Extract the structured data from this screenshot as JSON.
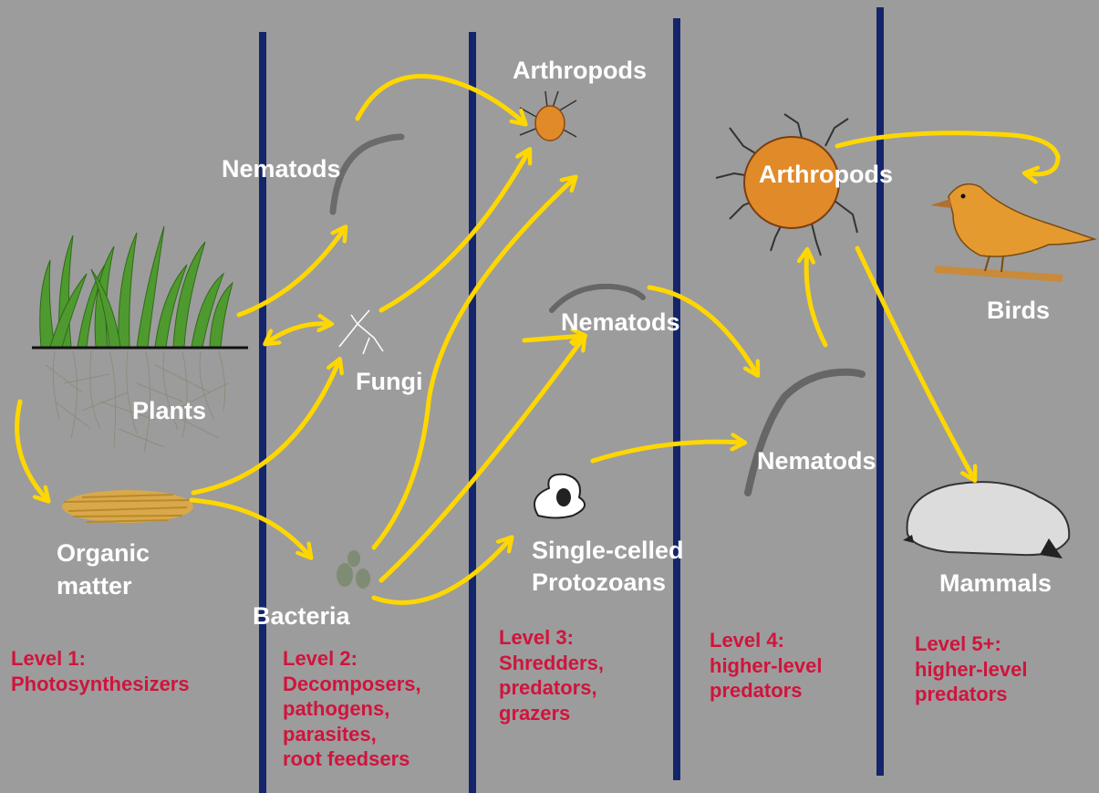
{
  "colors": {
    "background": "#9c9c9c",
    "arrow": "#ffd700",
    "divider": "#15256b",
    "label": "#ffffff",
    "level_text": "#d0143c"
  },
  "organisms": {
    "plants": "Plants",
    "organic_matter": [
      "Organic",
      "matter"
    ],
    "nematodes_l2": "Nematods",
    "fungi": "Fungi",
    "bacteria": "Bacteria",
    "arthropods_l3": "Arthropods",
    "nematodes_l3": "Nematods",
    "protozoa": [
      "Single-celled",
      "Protozoans"
    ],
    "arthropods_l4": "Arthropods",
    "nematodes_l4": "Nematods",
    "birds": "Birds",
    "mammals": "Mammals"
  },
  "levels": [
    [
      "Level 1:",
      "Photosynthesizers"
    ],
    [
      "Level 2:",
      "Decomposers,",
      "pathogens,",
      "parasites,",
      "root feedsers"
    ],
    [
      "Level 3:",
      "Shredders,",
      "predators,",
      "grazers"
    ],
    [
      "Level 4:",
      "higher-level",
      "predators"
    ],
    [
      "Level 5+:",
      "higher-level",
      "predators"
    ]
  ]
}
